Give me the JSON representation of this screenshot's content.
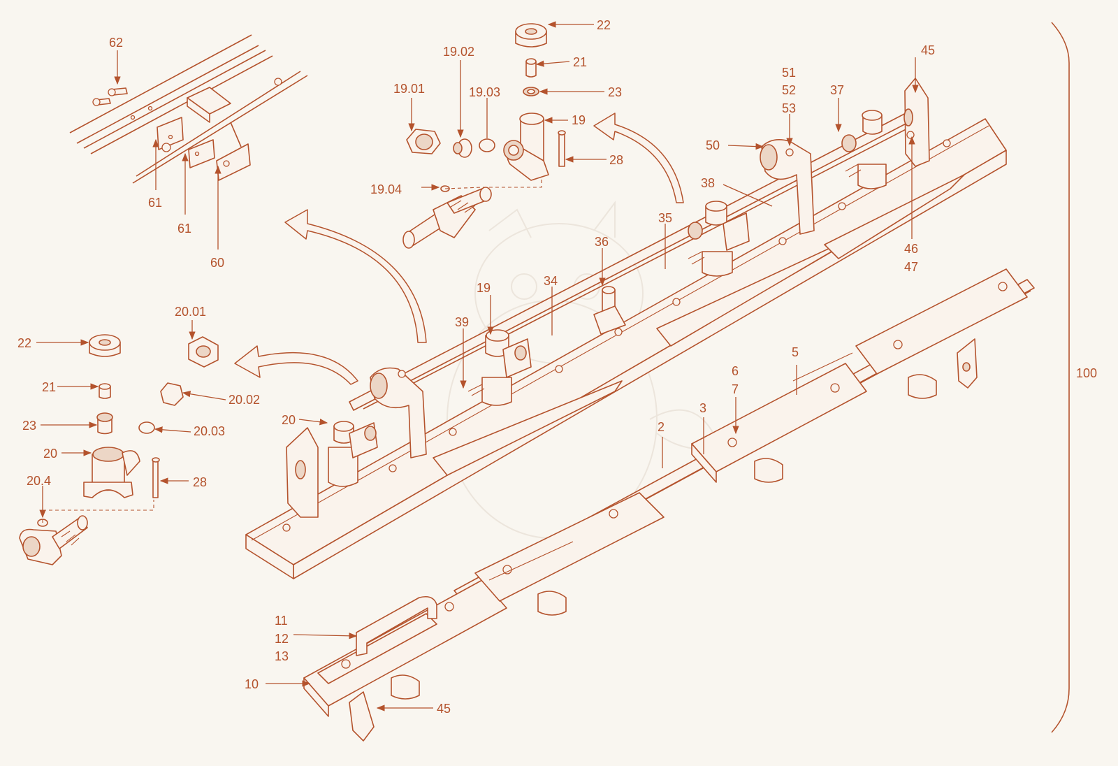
{
  "diagram": {
    "line_color": "#b4532d",
    "background_color": "#f9f6f0",
    "part_fill": "#faf3ec",
    "callouts": {
      "c62": "62",
      "c61a": "61",
      "c61b": "61",
      "c60": "60",
      "c1901": "19.01",
      "c1902": "19.02",
      "c1903": "19.03",
      "c1904": "19.04",
      "c19top": "19",
      "c21top": "21",
      "c22top": "22",
      "c23top": "23",
      "c28top": "28",
      "c45top": "45",
      "c51": "51",
      "c52": "52",
      "c53": "53",
      "c50": "50",
      "c37": "37",
      "c38": "38",
      "c35": "35",
      "c36": "36",
      "c34": "34",
      "c39": "39",
      "c19mid": "19",
      "c46": "46",
      "c47": "47",
      "c100": "100",
      "c2001": "20.01",
      "c2002": "20.02",
      "c2003": "20.03",
      "c204": "20.4",
      "c22left": "22",
      "c21left": "21",
      "c23left": "23",
      "c20left": "20",
      "c28left": "28",
      "c20mid": "20",
      "c5": "5",
      "c6": "6",
      "c7": "7",
      "c3": "3",
      "c2": "2",
      "c11": "11",
      "c12": "12",
      "c13": "13",
      "c10": "10",
      "c45bottom": "45"
    }
  }
}
